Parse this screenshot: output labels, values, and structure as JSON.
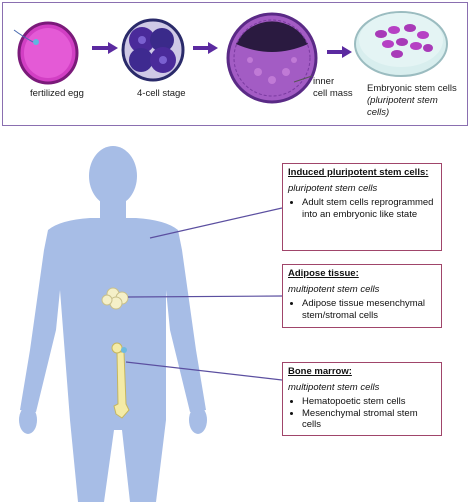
{
  "top": {
    "labels": {
      "egg": "fertilized egg",
      "four_cell": "4-cell stage",
      "icm_line1": "inner",
      "icm_line2": "cell mass",
      "esc_line1": "Embryonic stem cells",
      "esc_line2": "(pluripotent stem",
      "esc_line3": "cells)"
    }
  },
  "boxes": {
    "ipsc": {
      "title": "Induced pluripotent stem cells:",
      "subtitle": "pluripotent stem cells",
      "bullets": [
        "Adult stem cells reprogrammed into an embryonic like state"
      ]
    },
    "adipose": {
      "title": "Adipose tissue:",
      "subtitle": "multipotent stem cells",
      "bullets": [
        "Adipose tissue mesenchymal stem/stromal cells"
      ]
    },
    "marrow": {
      "title": "Bone marrow:",
      "subtitle": "multipotent stem cells",
      "bullets": [
        "Hematopoetic stem cells",
        "Mesenchymal stromal stem cells"
      ]
    }
  },
  "colors": {
    "panel_border": "#8a6fb0",
    "arrow": "#5b2aa0",
    "egg": "#d23fc4",
    "body": "#a7bde6",
    "box_border": "#a0456a",
    "dish": "#d8eeee"
  }
}
